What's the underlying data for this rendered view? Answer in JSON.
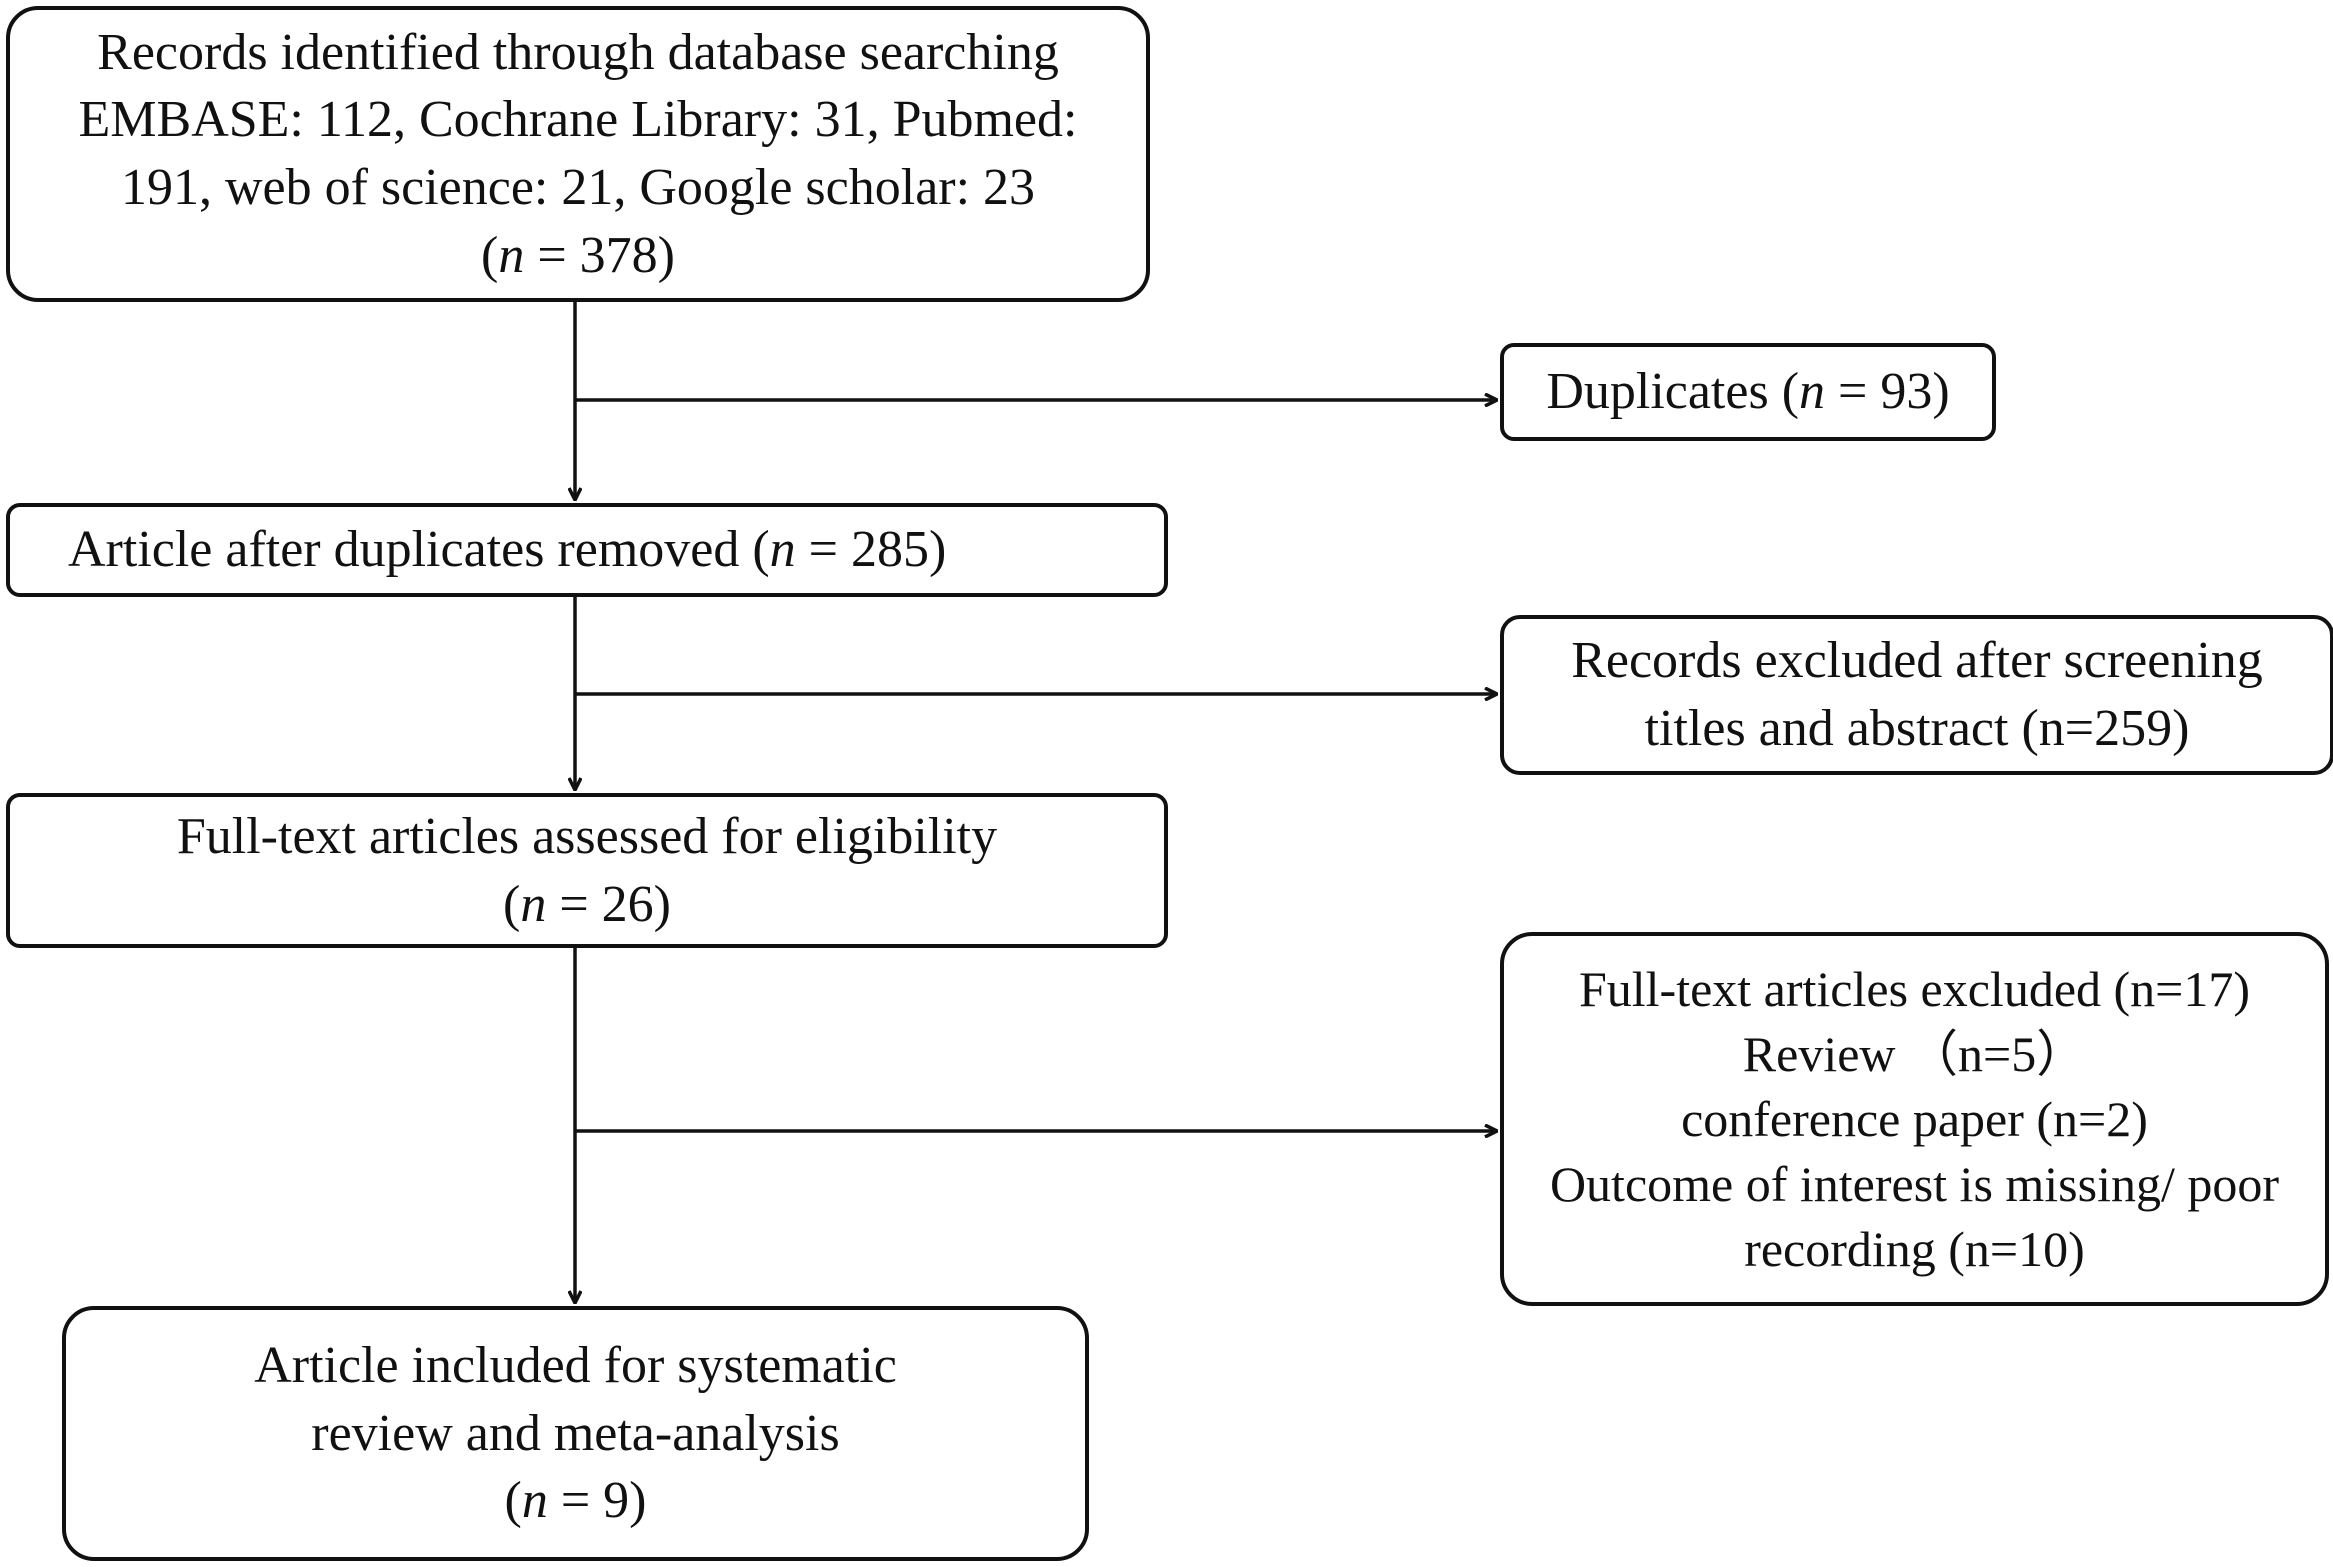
{
  "records": {
    "line1": "Records identified through database searching",
    "line2": "EMBASE: 112, Cochrane Library: 31, Pubmed:",
    "line3": "191, web of science: 21, Google scholar: 23",
    "n_prefix": "(",
    "n_label": "n",
    "n_suffix": " = 378)"
  },
  "duplicates": {
    "prefix": "Duplicates (",
    "n_label": "n",
    "suffix": " = 93)"
  },
  "after_removed": {
    "prefix": "Article after duplicates removed (",
    "n_label": "n",
    "suffix": " = 285)"
  },
  "excluded_screening": {
    "line1": "Records excluded after screening",
    "line2": "titles and abstract (n=259)"
  },
  "fulltext_assessed": {
    "line1": "Full-text articles assessed for eligibility",
    "n_prefix": "(",
    "n_label": "n",
    "n_suffix": " = 26)"
  },
  "fulltext_excluded": {
    "line1": "Full-text articles excluded (n=17)",
    "line2": "Review （n=5）",
    "line3": "conference paper (n=2)",
    "line4": "Outcome of interest is missing/ poor",
    "line5": "recording (n=10)"
  },
  "included": {
    "line1": "Article included for systematic",
    "line2": "review and meta-analysis",
    "n_prefix": "(",
    "n_label": "n",
    "n_suffix": " = 9)"
  }
}
